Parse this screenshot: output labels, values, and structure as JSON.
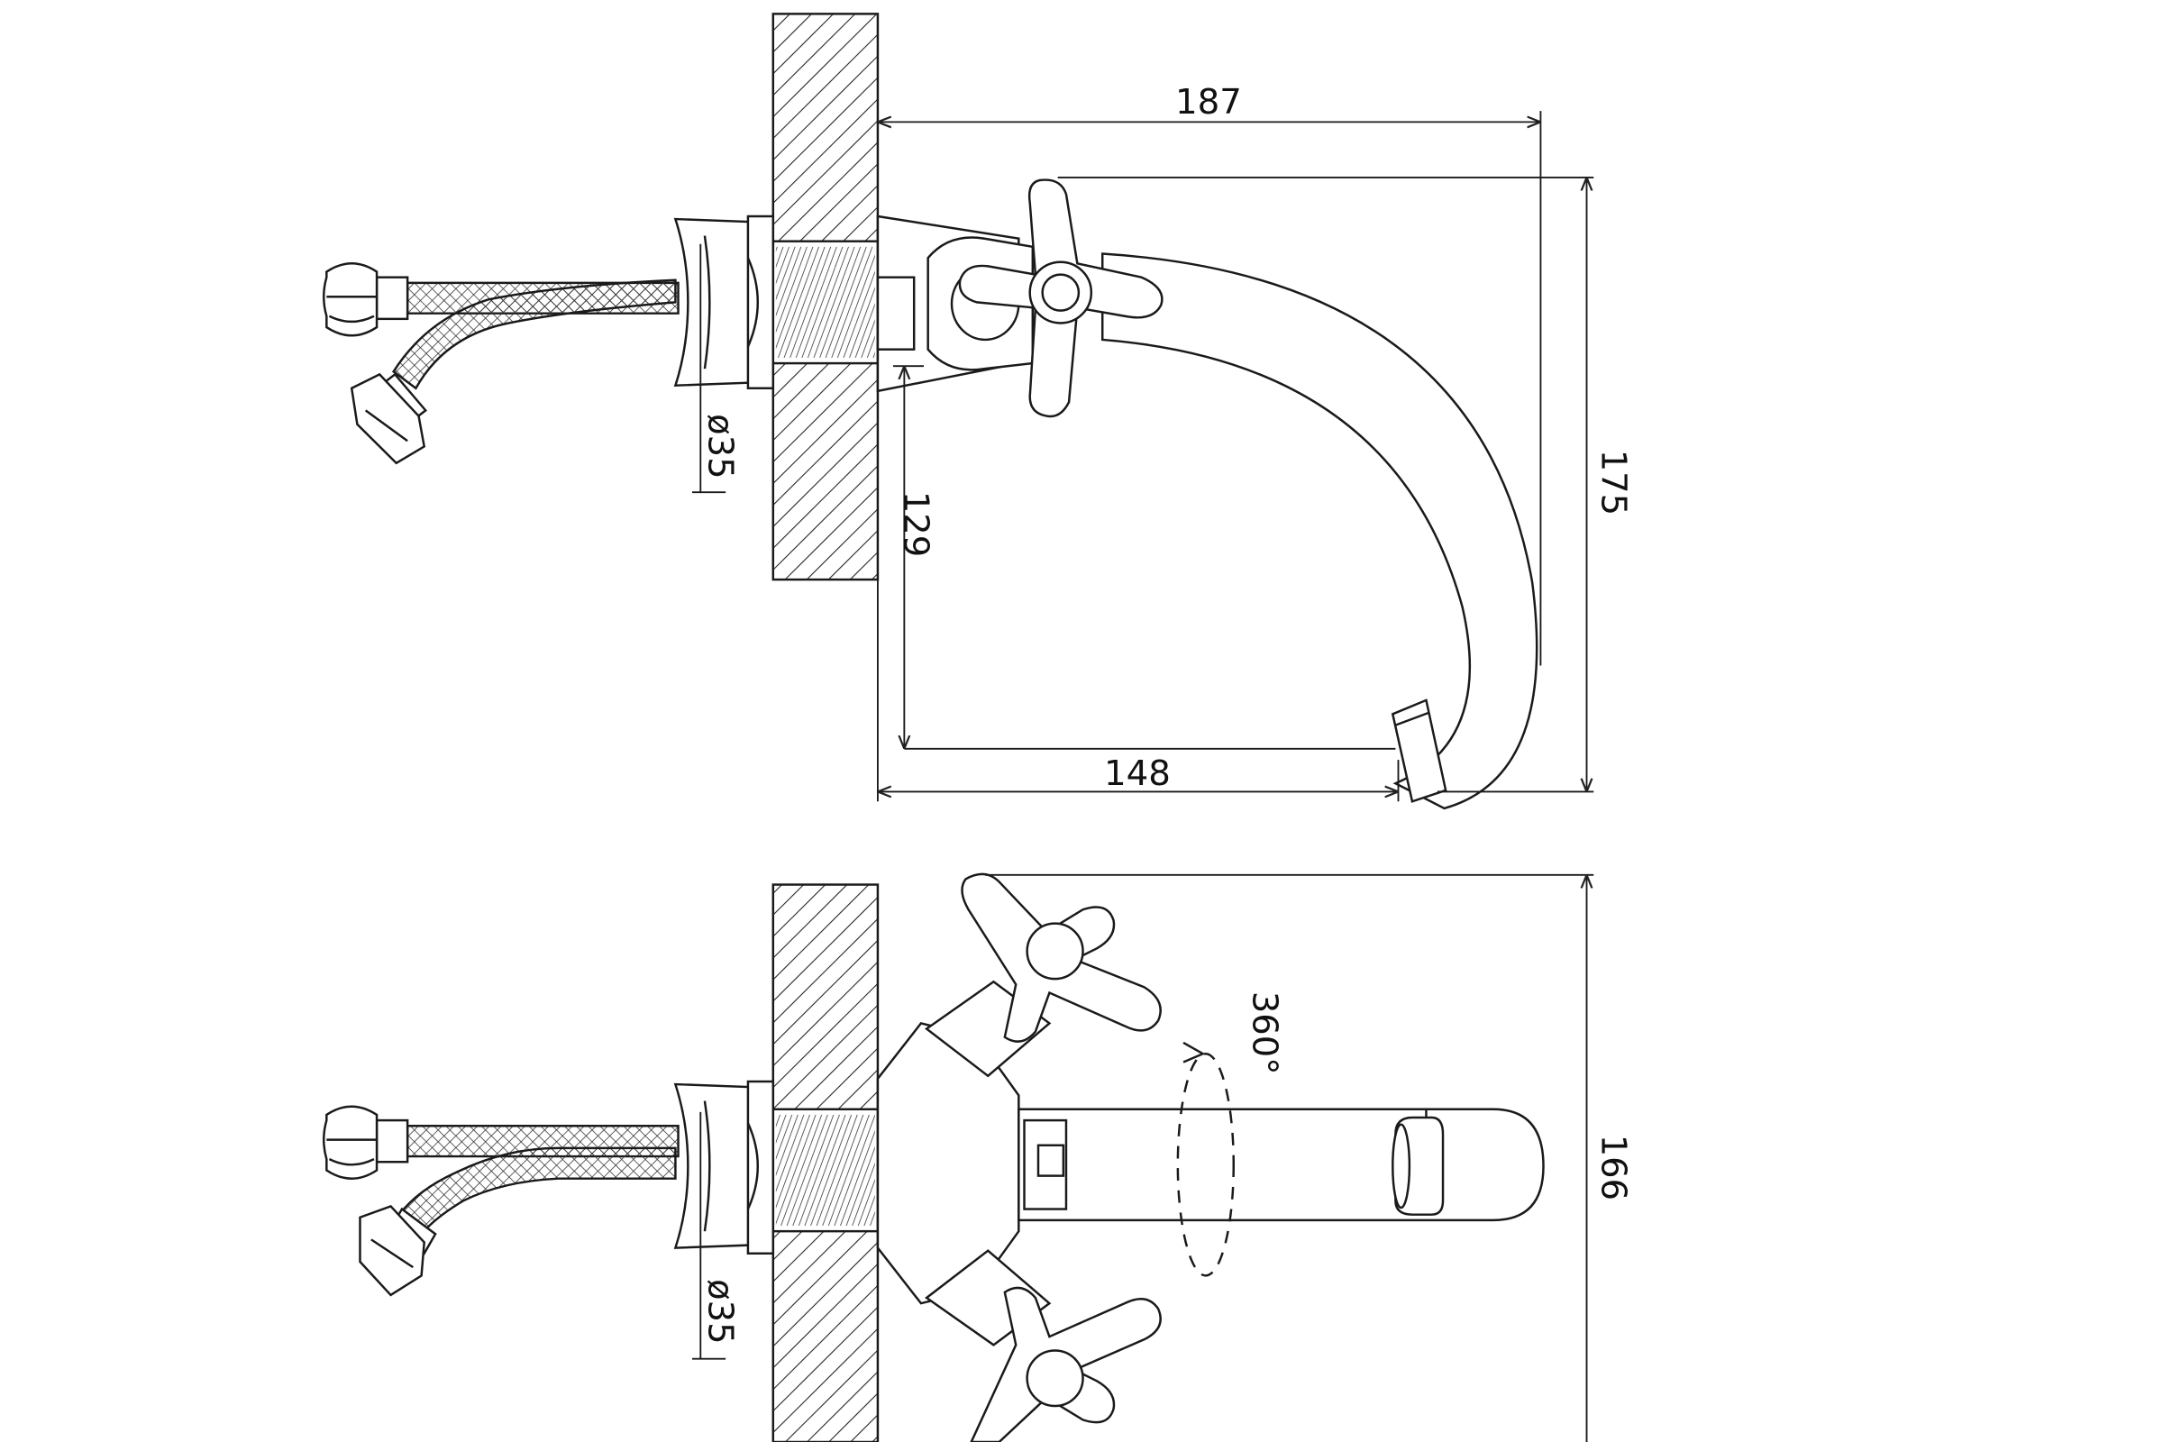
{
  "colors": {
    "line": "#1a1a1a",
    "background": "#ffffff"
  },
  "side_view": {
    "dim_projection": "187",
    "dim_spout_height": "175",
    "dim_outlet_height": "129",
    "dim_outlet_reach": "148",
    "dim_flange_diameter": "ø35"
  },
  "top_view": {
    "dim_swivel_angle": "360°",
    "dim_handle_span": "166",
    "dim_flange_diameter": "ø35"
  }
}
